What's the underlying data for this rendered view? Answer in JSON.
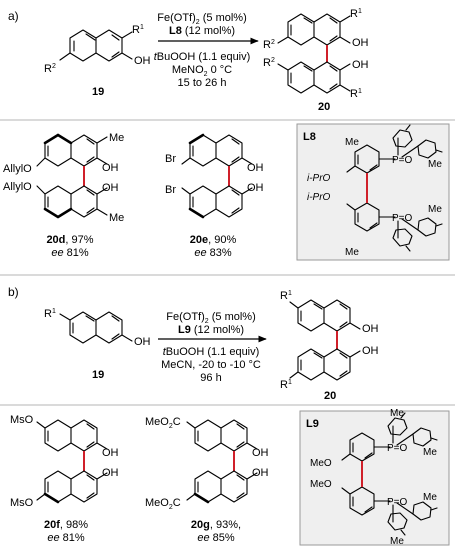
{
  "section_a": {
    "label": "a)",
    "substrate": {
      "r1": "R",
      "r1_sup": "1",
      "r2": "R",
      "r2_sup": "2",
      "oh": "OH",
      "number": "19"
    },
    "conditions": {
      "catalyst": "Fe(OTf)",
      "catalyst_sub": "2",
      "catalyst_load": " (5 mol%)",
      "ligand": "L8",
      "ligand_load": " (12 mol%)",
      "oxidant_prefix": "t",
      "oxidant": "BuOOH (1.1 equiv)",
      "solvent": "MeNO",
      "solvent_sub": "2",
      "solvent_temp": "  0 °C",
      "time": "15 to 26 h"
    },
    "product": {
      "r1_top": "R",
      "r1_top_sup": "1",
      "r2_top": "R",
      "r2_top_sup": "2",
      "oh_top": "OH",
      "oh_bot": "OH",
      "r2_bot": "R",
      "r2_bot_sup": "2",
      "r1_bot": "R",
      "r1_bot_sup": "1",
      "number": "20"
    },
    "examples": [
      {
        "name": "20d",
        "yield": ", 97%",
        "ee_prefix": "ee",
        "ee_value": " 81%",
        "labels": {
          "sub_top": "Me",
          "oh_top": "OH",
          "oh_bot": "OH",
          "sub_bot": "Me",
          "left_top": "AllylO",
          "left_bot": "AllylO"
        }
      },
      {
        "name": "20e",
        "yield": ", 90%",
        "ee_prefix": "ee",
        "ee_value": " 83%",
        "labels": {
          "left_top": "Br",
          "left_bot": "Br",
          "oh_top": "OH",
          "oh_bot": "OH"
        }
      }
    ],
    "ligand_box": {
      "title": "L8",
      "labels": {
        "me1": "Me",
        "me2": "Me",
        "me3": "Me",
        "me4": "Me",
        "o1": "i-PrO",
        "o2": "i-PrO",
        "po1": "P=O",
        "po2": "P=O"
      }
    }
  },
  "section_b": {
    "label": "b)",
    "substrate": {
      "r1": "R",
      "r1_sup": "1",
      "oh": "OH",
      "number": "19"
    },
    "conditions": {
      "catalyst": "Fe(OTf)",
      "catalyst_sub": "2",
      "catalyst_load": " (5 mol%)",
      "ligand": "L9",
      "ligand_load": " (12 mol%)",
      "oxidant_prefix": "t",
      "oxidant": "BuOOH (1.1 equiv)",
      "solvent": "MeCN, -20 to -10 °C",
      "time": "96 h"
    },
    "product": {
      "r1_top": "R",
      "r1_top_sup": "1",
      "oh_top": "OH",
      "oh_bot": "OH",
      "r1_bot": "R",
      "r1_bot_sup": "1",
      "number": "20"
    },
    "examples": [
      {
        "name": "20f",
        "yield": ", 98%",
        "ee_prefix": "ee",
        "ee_value": " 81%",
        "labels": {
          "left_top": "MsO",
          "left_bot": "MsO",
          "oh_top": "OH",
          "oh_bot": "OH"
        }
      },
      {
        "name": "20g",
        "yield": ", 93%,",
        "ee_prefix": "ee",
        "ee_value": " 85%",
        "labels": {
          "left_top": "MeO",
          "left_top2": "C",
          "left_top2_sub": "2",
          "left_bot": "MeO",
          "left_bot2": "C",
          "left_bot2_sub": "2",
          "oh_top": "OH",
          "oh_bot": "OH"
        }
      }
    ],
    "ligand_box": {
      "title": "L9",
      "labels": {
        "me1": "Me",
        "me2": "Me",
        "me3": "Me",
        "me4": "Me",
        "o1": "MeO",
        "o2": "MeO",
        "po1": "P=O",
        "po2": "P=O"
      }
    }
  }
}
